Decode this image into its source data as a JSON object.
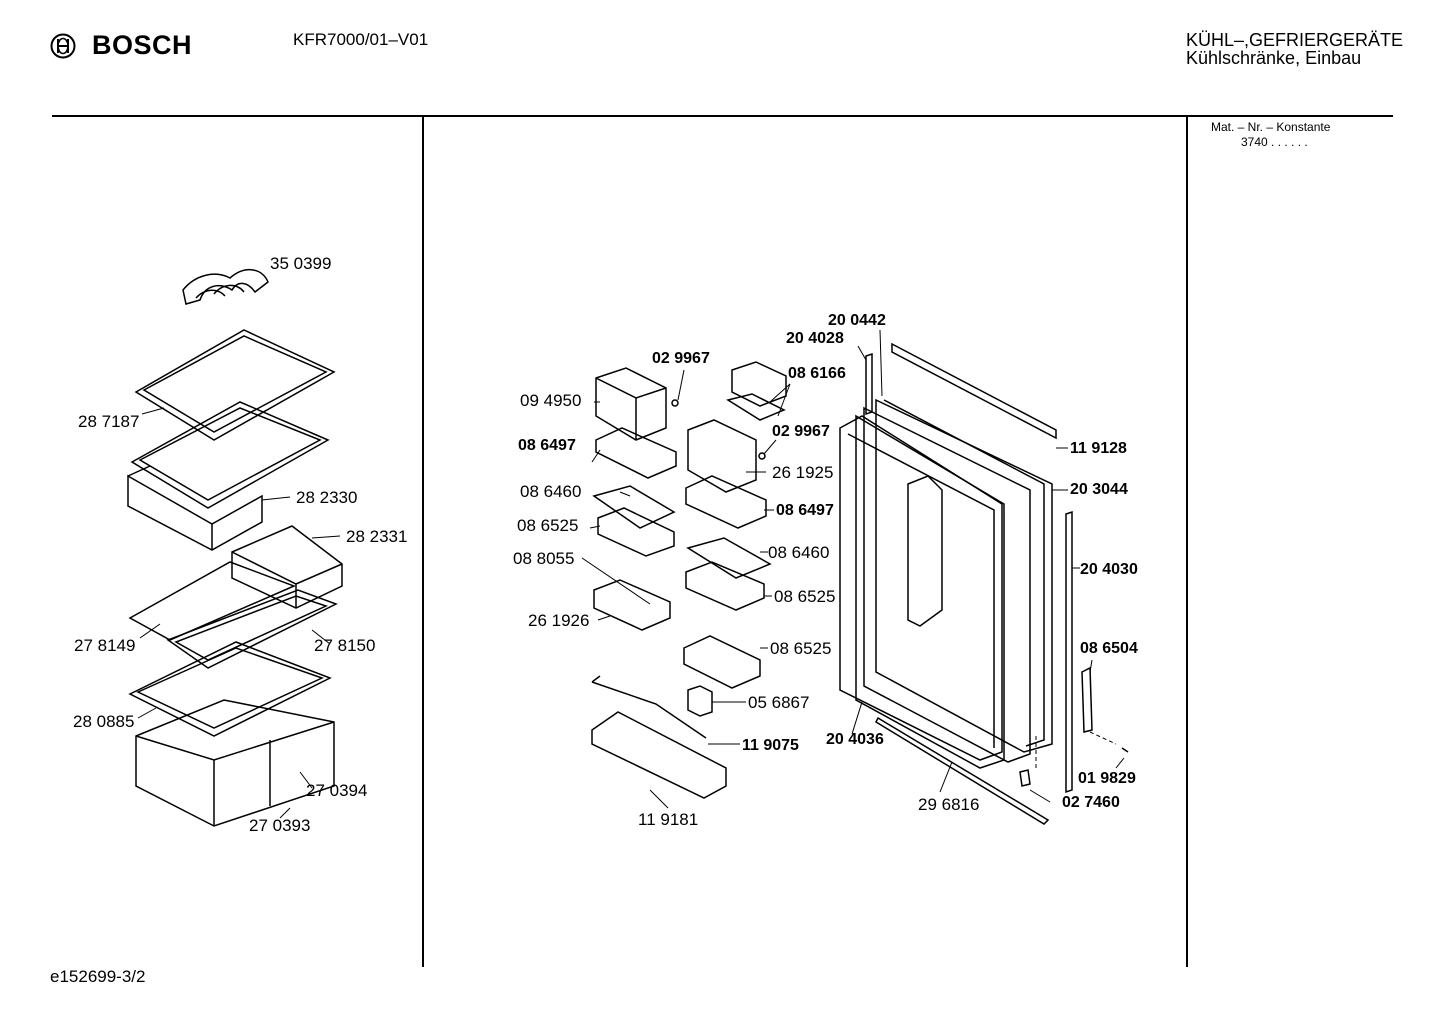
{
  "header": {
    "brand": "BOSCH",
    "model": "KFR7000/01–V01",
    "category_line1": "KÜHL–,GEFRIERGERÄTE",
    "category_line2": "Kühlschränke, Einbau",
    "mat_label": "Mat. – Nr. – Konstante",
    "mat_value": "3740 . .  . . . ."
  },
  "footer": {
    "doc_id": "e152699-3/2"
  },
  "parts_left": {
    "p350399": "35 0399",
    "p287187": "28 7187",
    "p282330": "28 2330",
    "p282331": "28 2331",
    "p278149": "27 8149",
    "p278150": "27 8150",
    "p280885": "28 0885",
    "p270394": "27 0394",
    "p270393": "27 0393"
  },
  "parts_mid": {
    "p094950": "09 4950",
    "p029967a": "02 9967",
    "p086166": "08 6166",
    "p086497a": "08 6497",
    "p029967b": "02 9967",
    "p261925": "26 1925",
    "p086460a": "08 6460",
    "p086497b": "08 6497",
    "p086525a": "08 6525",
    "p088055": "08 8055",
    "p086460b": "08 6460",
    "p086525b": "08 6525",
    "p261926": "26 1926",
    "p086525c": "08 6525",
    "p056867": "05 6867",
    "p119075": "11 9075",
    "p119181": "11 9181"
  },
  "parts_right": {
    "p200442": "20 0442",
    "p204028": "20 4028",
    "p119128": "11 9128",
    "p203044": "20 3044",
    "p204030": "20 4030",
    "p086504": "08 6504",
    "p204036": "20 4036",
    "p019829": "01 9829",
    "p296816": "29 6816",
    "p027460": "02 7460"
  },
  "icons": {
    "logo": "bosch-armature-logo"
  }
}
